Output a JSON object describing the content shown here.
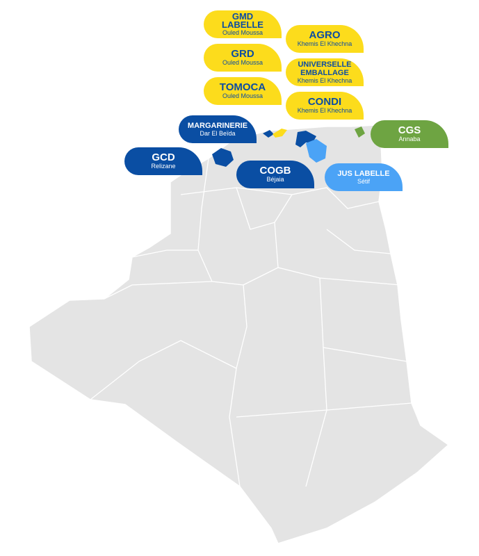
{
  "labels": [
    {
      "name": "GMD LABELLE",
      "place": "Ouled Moussa",
      "color": "#fcdc1c"
    },
    {
      "name": "GRD",
      "place": "Ouled Moussa",
      "color": "#fcdc1c"
    },
    {
      "name": "TOMOCA",
      "place": "Ouled Moussa",
      "color": "#fcdc1c"
    },
    {
      "name": "AGRO",
      "place": "Khemis El Khechna",
      "color": "#fcdc1c"
    },
    {
      "name": "UNIVERSELLE EMBALLAGE",
      "place": "Khemis El Khechna",
      "color": "#fcdc1c"
    },
    {
      "name": "CONDI",
      "place": "Khemis El Khechna",
      "color": "#fcdc1c"
    },
    {
      "name": "MARGARINERIE",
      "place": "Dar El Beïda",
      "color": "#0a4ea3"
    },
    {
      "name": "GCD",
      "place": "Relizane",
      "color": "#0a4ea3"
    },
    {
      "name": "COGB",
      "place": "Béjaia",
      "color": "#0a4ea3"
    },
    {
      "name": "JUS LABELLE",
      "place": "Sétif",
      "color": "#4ba3f6"
    },
    {
      "name": "CGS",
      "place": "Annaba",
      "color": "#6ea442"
    }
  ]
}
